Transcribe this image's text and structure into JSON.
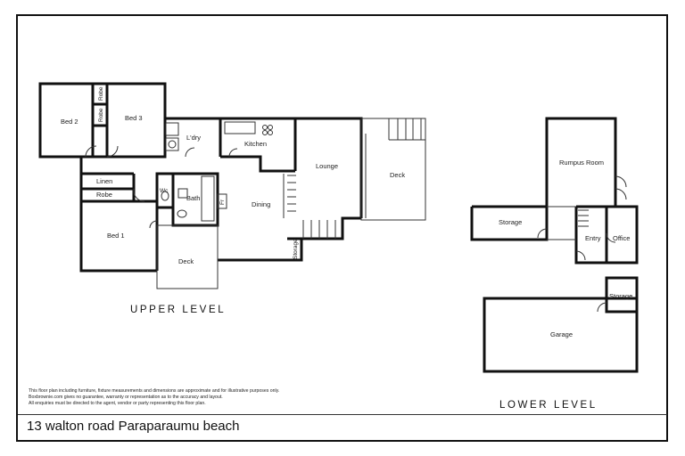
{
  "floorplan": {
    "address": "13 walton road Paraparaumu beach",
    "levels": {
      "upper": "UPPER LEVEL",
      "lower": "LOWER LEVEL"
    },
    "rooms": {
      "bed2": "Bed 2",
      "bed3": "Bed 3",
      "robe_a": "Robe",
      "robe_b": "Robe",
      "laundry": "L'dry",
      "kitchen": "Kitchen",
      "lounge": "Lounge",
      "deck_upper_right": "Deck",
      "linen": "Linen",
      "robe_c": "Robe",
      "wc": "Wc",
      "bath": "Bath",
      "dining": "Dining",
      "bed1": "Bed 1",
      "deck_upper_bottom": "Deck",
      "storage_upper": "Storage",
      "fridge": "Fr",
      "rumpus": "Rumpus Room",
      "storage_lower": "Storage",
      "entry": "Entry",
      "office": "Office",
      "storage_garage": "Storage",
      "garage": "Garage"
    },
    "disclaimer": [
      "This floor plan including furniture, fixture measurements and dimensions are approximate and for illustrative purposes only.",
      "Boxbrownie.com gives no guarantee, warranty or representation as to the accuracy and layout.",
      "All enquiries must be directed to the agent, vendor or party representing this floor plan."
    ]
  }
}
